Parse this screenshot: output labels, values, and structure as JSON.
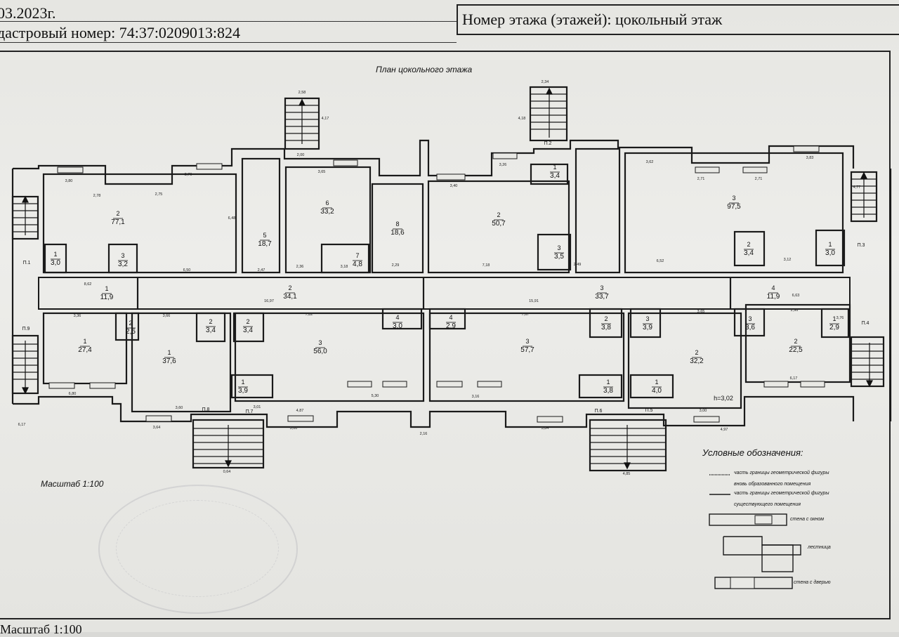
{
  "header": {
    "date_fragment": "03.2023г.",
    "cadastral": "дастровый номер: 74:37:0209013:824",
    "floor": "Номер этажа (этажей): цокольный этаж"
  },
  "plan": {
    "title": "План цокольного этажа",
    "scale": "Масштаб 1:100",
    "bottom_scale": "Масштаб 1:100",
    "rooms": [
      {
        "num": "2",
        "area": "77,1"
      },
      {
        "num": "1",
        "area": "3,0"
      },
      {
        "num": "3",
        "area": "3,2"
      },
      {
        "num": "5",
        "area": "18,7"
      },
      {
        "num": "6",
        "area": "33,2"
      },
      {
        "num": "7",
        "area": "4,8"
      },
      {
        "num": "8",
        "area": "18,6"
      },
      {
        "num": "2",
        "area": "50,7"
      },
      {
        "num": "1",
        "area": "3,4"
      },
      {
        "num": "3",
        "area": "3,5"
      },
      {
        "num": "3",
        "area": "97,5"
      },
      {
        "num": "2",
        "area": "3,4"
      },
      {
        "num": "1",
        "area": "3,0"
      },
      {
        "num": "1",
        "area": "11,9"
      },
      {
        "num": "2",
        "area": "34,1"
      },
      {
        "num": "3",
        "area": "33,7"
      },
      {
        "num": "4",
        "area": "11,9"
      },
      {
        "num": "1",
        "area": "27,4"
      },
      {
        "num": "2",
        "area": "2,5"
      },
      {
        "num": "1",
        "area": "37,6"
      },
      {
        "num": "2",
        "area": "3,4"
      },
      {
        "num": "2",
        "area": "3,4"
      },
      {
        "num": "3",
        "area": "56,0"
      },
      {
        "num": "4",
        "area": "3,0"
      },
      {
        "num": "4",
        "area": "2,9"
      },
      {
        "num": "3",
        "area": "57,7"
      },
      {
        "num": "2",
        "area": "3,8"
      },
      {
        "num": "3",
        "area": "3,9"
      },
      {
        "num": "3",
        "area": "3,6"
      },
      {
        "num": "1",
        "area": "2,9"
      },
      {
        "num": "2",
        "area": "22,5"
      },
      {
        "num": "2",
        "area": "32,2"
      },
      {
        "num": "1",
        "area": "3,9"
      },
      {
        "num": "1",
        "area": "3,8"
      },
      {
        "num": "1",
        "area": "4,0"
      }
    ],
    "labels": {
      "p9": "П.9",
      "p1": "П.1",
      "p3": "П.3",
      "p4": "П.4",
      "p2": "П.2",
      "p8": "П.8",
      "p7": "П.7",
      "p6": "П.6",
      "p5": "П.5",
      "height": "h=3,02"
    },
    "dims": [
      "2,58",
      "4,17",
      "2,34",
      "4,18",
      "3,80",
      "3,76",
      "2,78",
      "2,75",
      "3,65",
      "2,00",
      "3,26",
      "3,40",
      "3,62",
      "2,71",
      "2,71",
      "3,83",
      "4,77",
      "6,48",
      "6,50",
      "2,47",
      "2,36",
      "3,18",
      "2,29",
      "7,18",
      "2,49",
      "6,52",
      "3,12",
      "8,62",
      "16,97",
      "15,91",
      "6,63",
      "3,36",
      "3,66",
      "7,82",
      "7,67",
      "3,65",
      "2,96",
      "6,17",
      "6,80",
      "3,64",
      "3,60",
      "3,00",
      "5,30",
      "3,16",
      "3,84",
      "3,00",
      "4,97",
      "6,17",
      "2,16",
      "0,64",
      "4,85",
      "4,87",
      "3,01",
      "3,76",
      "2,81"
    ]
  },
  "legend": {
    "title": "Условные обозначения:",
    "items": [
      "часть границы геометрической фигуры",
      "вновь образованного помещения",
      "часть границы геометрической фигуры",
      "существующего помещения",
      "стена с окном",
      "лестница",
      "стена с дверью"
    ]
  }
}
